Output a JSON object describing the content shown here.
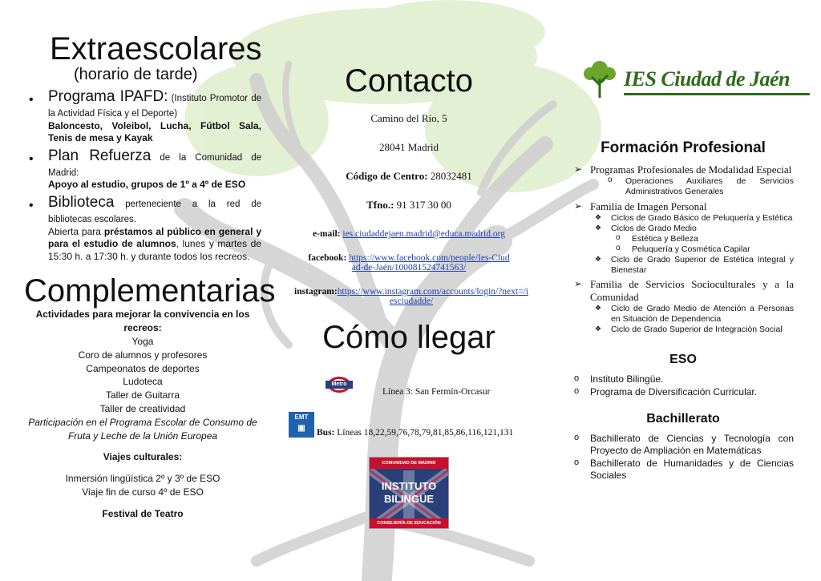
{
  "left": {
    "extra_title": "Extraescolares",
    "extra_subtitle": "(horario de tarde)",
    "items": [
      {
        "lead": "Programa IPAFD:",
        "detail": " (Instituto Promotor de la Actividad Física y el Deporte)",
        "bold": "Baloncesto, Voleibol, Lucha, Fútbol Sala, Tenis de mesa y Kayak"
      },
      {
        "lead": "Plan Refuerza",
        "detail": " de la Comunidad de Madrid:",
        "bold": "Apoyo al estudio, grupos de 1º a 4º de ESO"
      },
      {
        "lead": "Biblioteca",
        "detail": " perteneciente a la red de bibliotecas escolares.",
        "p1": "Abierta para ",
        "b1": "préstamos al público en general y para el estudio de alumnos",
        "p2": ", lunes y martes de 15:30 h. a 17:30 h. y durante todos los recreos."
      }
    ],
    "comp_title": "Complementarias",
    "comp_heading": "Actividades para mejorar la convivencia en los recreos:",
    "comp_items": [
      "Yoga",
      "Coro de alumnos y profesores",
      "Campeonatos de deportes",
      "Ludoteca",
      "Taller de Guitarra",
      "Taller de creatividad"
    ],
    "comp_italic": "Participación en el Programa Escolar de Consumo de Fruta y Leche de la Unión Europea",
    "viajes_title": "Viajes culturales:",
    "viajes_items": [
      "Inmersión lingüística 2º y 3º de ESO",
      "Viaje fin de curso 4º de ESO"
    ],
    "festival": "Festival de Teatro"
  },
  "middle": {
    "contact_title": "Contacto",
    "address": "Camino del Río, 5",
    "city": "28041 Madrid",
    "centro_label": "Código de Centro:",
    "centro_value": " 28032481",
    "tel_label": "Tfno.:",
    "tel_value": " 91 317 30 00",
    "email_label": "e-mail:",
    "email_value": "ies.ciudaddejaen.madrid@educa.madrid.org",
    "fb_label": "facebook:",
    "fb_value": "https://www.facebook.com/people/Ies-Ciudad-de-Jaén/100081524741563/",
    "ig_label": "instagram:",
    "ig_value": "https://www.instagram.com/accounts/login/?next=/iesciudadde/",
    "llegar_title": "Cómo llegar",
    "metro_logo": "Metro",
    "metro_text": "Línea 3: San Fermín-Orcasur",
    "emt_logo": "EMT",
    "bus_label": "Bus:",
    "bus_text": " Líneas 18,22,59,76,78,79,81,85,86,116,121,131",
    "badge_top": "COMUNIDAD DE MADRID",
    "badge_l1": "INSTITUTO",
    "badge_l2": "BILINGÜE",
    "badge_bottom": "CONSEJERÍA DE EDUCACIÓN"
  },
  "right": {
    "logo_text": "IES Ciudad de Jaén",
    "fp_title": "Formación Profesional",
    "fp1": "Programas Profesionales de Modalidad Especial",
    "fp1_sub": "Operaciones Auxiliares de Servicios Administrativos Generales",
    "fp2": "Familia de Imagen Personal",
    "fp2_a": "Ciclos de Grado Básico de Peluquería y Estética",
    "fp2_b": "Ciclos de Grado Medio",
    "fp2_b1": "Estética y Belleza",
    "fp2_b2": "Peluquería y Cosmética Capilar",
    "fp2_c": "Ciclo de Grado Superior de Estética Integral y Bienestar",
    "fp3": "Familia de Servicios Socioculturales y a la Comunidad",
    "fp3_a": "Ciclo de Grado Medio de Atención a Personas en Situación de Dependencia",
    "fp3_b": "Ciclo de Grado Superior de Integración Social",
    "eso_title": "ESO",
    "eso_items": [
      "Instituto Bilingüe.",
      "Programa de Diversificación Curricular."
    ],
    "bach_title": "Bachillerato",
    "bach_items": [
      "Bachillerato de Ciencias y Tecnología con Proyecto de Ampliación en Matemáticas",
      "Bachillerato de Humanidades y de Ciencias Sociales"
    ]
  },
  "colors": {
    "link": "#1f3fb0",
    "logo_green": "#2f6b1a",
    "badge_red": "#c8102e",
    "badge_blue": "#2b3f78"
  }
}
